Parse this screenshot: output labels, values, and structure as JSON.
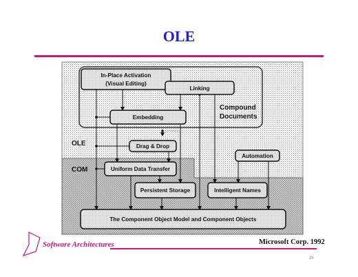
{
  "slide": {
    "title": "OLE",
    "footer_left": "Software Architectures",
    "footer_right": "Microsoft Corp. 1992",
    "page_number": "23",
    "accent_color": "#d8107a",
    "title_color": "#2020e0"
  },
  "diagram": {
    "regions": {
      "ole": "OLE",
      "com": "COM",
      "compound_line1": "Compound",
      "compound_line2": "Documents"
    },
    "nodes": {
      "in_place_line1": "In-Place Activation",
      "in_place_line2": "(Visual Editing)",
      "linking": "Linking",
      "embedding": "Embedding",
      "drag_drop": "Drag & Drop",
      "automation": "Automation",
      "uniform_data_transfer": "Uniform Data Transfer",
      "persistent_storage": "Persistent Storage",
      "intelligent_names": "Intelligent Names",
      "com_objects": "The Component Object Model and Component Objects"
    }
  }
}
